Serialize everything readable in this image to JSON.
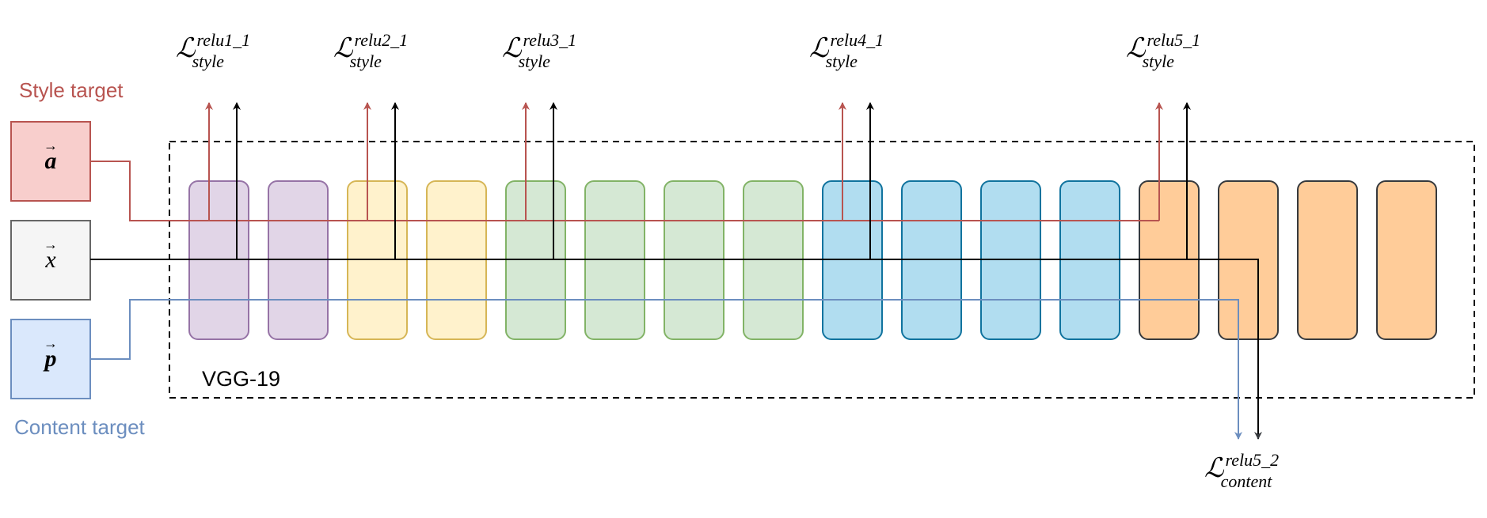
{
  "labels": {
    "style_target": "Style target",
    "content_target": "Content target",
    "network_name": "VGG-19"
  },
  "inputs": {
    "style": {
      "symbol": "a"
    },
    "generated": {
      "symbol": "x"
    },
    "content": {
      "symbol": "p"
    }
  },
  "losses": {
    "style": [
      {
        "layer": "relu1_1",
        "type": "style"
      },
      {
        "layer": "relu2_1",
        "type": "style"
      },
      {
        "layer": "relu3_1",
        "type": "style"
      },
      {
        "layer": "relu4_1",
        "type": "style"
      },
      {
        "layer": "relu5_1",
        "type": "style"
      }
    ],
    "content": {
      "layer": "relu5_2",
      "type": "content"
    }
  },
  "loss_symbol": "ℒ",
  "layer_groups": [
    {
      "count": 2,
      "fill": "#e1d5e7",
      "stroke": "#9673a6"
    },
    {
      "count": 2,
      "fill": "#fff2cc",
      "stroke": "#d6b656"
    },
    {
      "count": 4,
      "fill": "#d5e8d4",
      "stroke": "#82b366"
    },
    {
      "count": 4,
      "fill": "#b1ddf0",
      "stroke": "#10739e"
    },
    {
      "count": 4,
      "fill": "#ffcc99",
      "stroke": "#36393d"
    }
  ],
  "colors": {
    "style_line": "#b85450",
    "style_text": "#b85450",
    "generated_line": "#000000",
    "content_line": "#6c8ebf",
    "content_text": "#6c8ebf",
    "style_box_fill": "#f8cecc",
    "generated_box_fill": "#f5f5f5",
    "generated_box_stroke": "#666666",
    "content_box_fill": "#dae8fc"
  }
}
